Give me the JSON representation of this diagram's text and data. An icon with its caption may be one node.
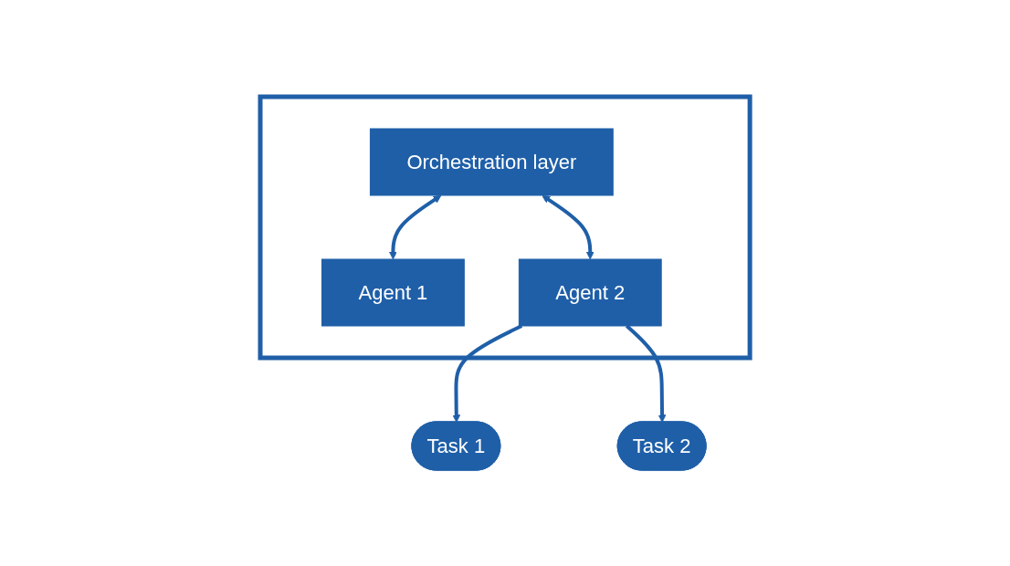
{
  "diagram": {
    "nodes": [
      {
        "text": [],
        "shape": "box"
      },
      {
        "text": [
          "Orchestration layer"
        ],
        "in": 0
      },
      {
        "text": [
          "Agent 1"
        ],
        "in": 0
      },
      {
        "text": [
          "Agent 2"
        ],
        "in": 0
      },
      {
        "text": [
          "Task 1"
        ]
      },
      {
        "text": [
          "Task 2"
        ]
      }
    ],
    "edges": [
      {
        "from": 1,
        "to": 2,
        "arrow": "both"
      },
      {
        "from": 1,
        "to": 3,
        "arrow": "both"
      },
      {
        "from": 3,
        "to": 4,
        "arrow": "to"
      },
      {
        "from": 3,
        "to": 5,
        "arrow": "to"
      }
    ]
  }
}
